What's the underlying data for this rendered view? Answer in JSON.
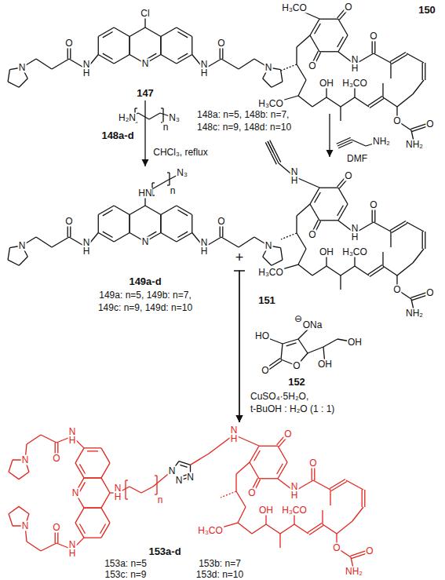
{
  "diagram": {
    "nodes": [
      {
        "text": [
          "Cl",
          "N",
          "N H",
          "O",
          "N",
          "N H",
          "O",
          "N",
          "147"
        ]
      },
      {
        "text": [
          "H₂N",
          "n",
          "N₃",
          "148a-d"
        ]
      },
      {
        "text": [
          "N₃",
          "n",
          "HN",
          "N",
          "N H",
          "O",
          "N",
          "N H",
          "O",
          "N",
          "149a-d"
        ]
      },
      {
        "text": [
          "150",
          "H₃CO",
          "O",
          "O",
          "N H",
          "O",
          "H₃CO",
          "OH",
          "H₃CO",
          "O",
          "O",
          "NH₂"
        ]
      },
      {
        "text": [
          "N H",
          "O",
          "O",
          "N H",
          "O",
          "H₃CO",
          "OH",
          "H₃CO",
          "O",
          "O",
          "NH₂",
          "151"
        ]
      },
      {
        "text": [
          "⊖",
          "ONa",
          "HO",
          "O",
          "O",
          "OH",
          "OH",
          "152"
        ]
      },
      {
        "text": [
          "O",
          "N H",
          "N",
          "O",
          "N H",
          "N",
          "N",
          "N H",
          "n",
          "N",
          "N",
          "N",
          "N H",
          "O",
          "O",
          "N H",
          "O",
          "H₃CO",
          "OH",
          "H₃CO",
          "O",
          "O",
          "NH₂",
          "153a-d"
        ]
      }
    ],
    "edges": [
      {
        "from": 0,
        "to": 2,
        "arrow": "to"
      },
      {
        "from": 3,
        "to": 4,
        "arrow": "to"
      },
      {
        "from": 2,
        "to": 6,
        "arrow": "to"
      },
      {
        "from": 4,
        "to": 6,
        "arrow": "to"
      }
    ],
    "labels": [
      "148a: n=5, 148b: n=7,",
      "148c: n=9, 148d: n=10",
      "CHCl₃, reflux",
      "149a: n=5, 149b: n=7,",
      "149c: n=9, 149d: n=10",
      "NH₂",
      "DMF",
      "+",
      "CuSO₄·5H₂O,",
      "t-BuOH : H₂O (1 : 1)",
      "153a: n=5",
      "153b: n=7",
      "153c: n=9",
      "153d: n=10"
    ]
  }
}
